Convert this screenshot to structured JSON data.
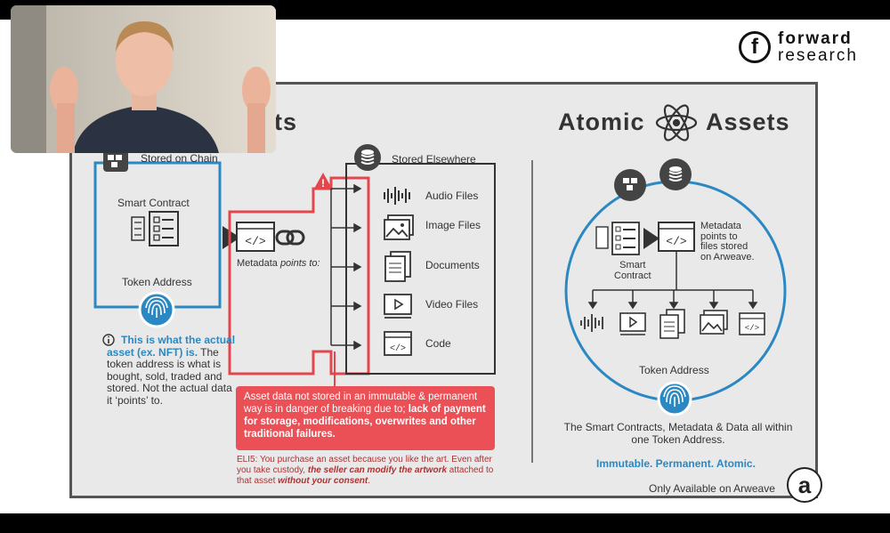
{
  "brand": {
    "line1": "forward",
    "line2": "research",
    "mark": "f"
  },
  "slide": {
    "left_title_fragment": "ets",
    "stored_on_chain": "Stored on Chain",
    "smart_contract": "Smart Contract",
    "token_address": "Token Address",
    "stored_elsewhere": "Stored Elsewhere",
    "metadata_points_to_1": "Metadata",
    "metadata_points_to_2": "points to:",
    "files": [
      {
        "label": "Audio Files",
        "icon": "audio-wave-icon"
      },
      {
        "label": "Image Files",
        "icon": "image-icon"
      },
      {
        "label": "Documents",
        "icon": "documents-icon"
      },
      {
        "label": "Video Files",
        "icon": "video-icon"
      },
      {
        "label": "Code",
        "icon": "code-window-icon"
      }
    ],
    "info": {
      "blue": "This is what the actual asset (ex. NFT) is.",
      "text": " The token address is what is bought, sold, traded and stored. Not the actual data it ‘points’ to."
    },
    "warning": {
      "text": "Asset data not stored in an immutable & permanent way is in danger of breaking due to;",
      "bold": "lack of payment for storage, modifications, overwrites and other traditional failures."
    },
    "eli5": {
      "p1": "ELI5: You purchase an asset because you like the art. Even after you take custody, ",
      "b1": "the seller can modify the artwork",
      "p2": " attached to that asset ",
      "b2": "without your consent",
      "p3": "."
    },
    "atomic_word1": "Atomic",
    "atomic_word2": "Assets",
    "right_smart_contract_1": "Smart",
    "right_smart_contract_2": "Contract",
    "right_metadata_1": "Metadata",
    "right_metadata_2": "points to",
    "right_metadata_3": "files stored",
    "right_metadata_4": "on Arweave.",
    "right_token_address": "Token Address",
    "sc_desc": "The Smart Contracts, Metadata & Data all within one Token Address.",
    "immutable": "Immutable. Permanent. Atomic.",
    "only_available": "Only Available on Arweave",
    "arweave_mark": "a"
  },
  "colors": {
    "accent_blue": "#2b88c2",
    "warning_red": "#ea5055",
    "line_red": "#e2474d"
  }
}
